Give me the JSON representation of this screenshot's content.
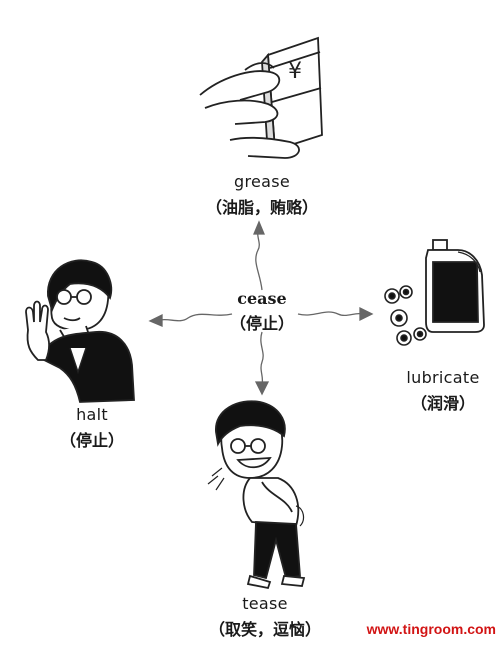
{
  "center": {
    "word": "cease",
    "meaning": "（停止）"
  },
  "top": {
    "word": "grease",
    "meaning": "（油脂，贿赂）"
  },
  "left": {
    "word": "halt",
    "meaning": "（停止）"
  },
  "right": {
    "word": "lubricate",
    "meaning": "（润滑）"
  },
  "bottom": {
    "word": "tease",
    "meaning": "（取笑，逗恼）"
  },
  "watermark": "www.tingroom.com",
  "pictures": {
    "top": "hands-holding-money-bundle",
    "left": "man-raising-hand-to-stop",
    "right": "oil-bottle-and-bolts",
    "bottom": "man-laughing-bent-over"
  }
}
